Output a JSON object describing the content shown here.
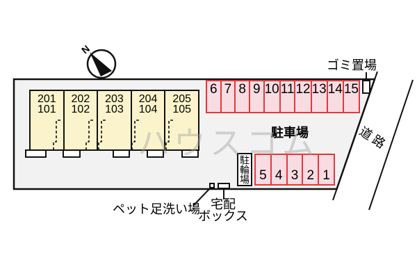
{
  "compass": {
    "north_label": "N"
  },
  "site": {
    "building": {
      "units": [
        {
          "upper": "201",
          "lower": "101"
        },
        {
          "upper": "202",
          "lower": "102"
        },
        {
          "upper": "203",
          "lower": "103"
        },
        {
          "upper": "204",
          "lower": "104"
        },
        {
          "upper": "205",
          "lower": "105"
        }
      ]
    },
    "parking": {
      "area_label": "駐車場",
      "top_row": [
        "6",
        "7",
        "8",
        "9",
        "10",
        "11",
        "12",
        "13",
        "14",
        "15"
      ],
      "bottom_row": [
        "5",
        "4",
        "3",
        "2",
        "1"
      ]
    },
    "bicycle_parking_label": "駐輪場",
    "garbage_area_label": "ゴミ置場",
    "road_label": "道路",
    "pet_wash_label": "ペット足洗い場",
    "delivery_box_label_line1": "宅配",
    "delivery_box_label_line2": "ボックス"
  },
  "watermark": "ハウスコム",
  "colors": {
    "site_fill": "#f2f2f2",
    "outline": "#111111",
    "building_fill": "#faf3cc",
    "stall_fill": "#f9dce2",
    "stall_border": "#e2383b",
    "watermark": "#9e9e9e"
  }
}
